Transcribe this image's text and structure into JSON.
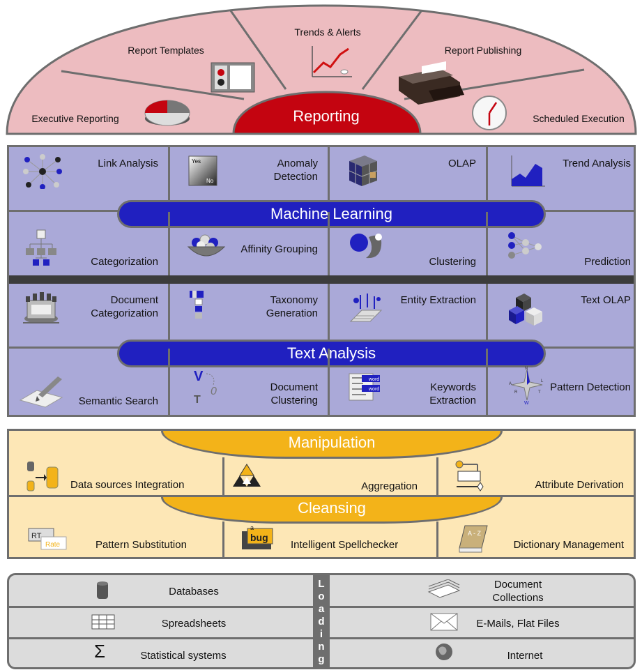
{
  "reporting": {
    "center": "Reporting",
    "segments": [
      "Executive Reporting",
      "Report Templates",
      "Trends & Alerts",
      "Report Publishing",
      "Scheduled Execution"
    ]
  },
  "machine_learning": {
    "title": "Machine Learning",
    "top": [
      {
        "label": "Link Analysis",
        "icon": "link-analysis-icon"
      },
      {
        "label": "Anomaly Detection",
        "icon": "yes-no-icon"
      },
      {
        "label": "OLAP",
        "icon": "olap-cube-icon"
      },
      {
        "label": "Trend Analysis",
        "icon": "trend-chart-icon"
      }
    ],
    "bottom": [
      {
        "label": "Categorization",
        "icon": "hierarchy-icon"
      },
      {
        "label": "Affinity Grouping",
        "icon": "bowl-icon"
      },
      {
        "label": "Clustering",
        "icon": "clusters-icon"
      },
      {
        "label": "Prediction",
        "icon": "network-icon"
      }
    ]
  },
  "text_analysis": {
    "title": "Text Analysis",
    "top": [
      {
        "label": "Document Categorization",
        "icon": "crown-icon"
      },
      {
        "label": "Taxonomy Generation",
        "icon": "taxonomy-blocks-icon"
      },
      {
        "label": "Entity Extraction",
        "icon": "entity-icon"
      },
      {
        "label": "Text OLAP",
        "icon": "text-olap-cubes-icon"
      }
    ],
    "bottom": [
      {
        "label": "Semantic Search",
        "icon": "pen-icon"
      },
      {
        "label": "Document Clustering",
        "icon": "v-t-icon"
      },
      {
        "label": "Keywords Extraction",
        "icon": "word-list-icon"
      },
      {
        "label": "Pattern Detection",
        "icon": "compass-icon"
      }
    ]
  },
  "preparation": {
    "manipulation": "Manipulation",
    "cleansing": "Cleansing",
    "row1": [
      {
        "label": "Data sources Integration",
        "icon": "db-merge-icon"
      },
      {
        "label": "Aggregation",
        "icon": "triangles-icon"
      },
      {
        "label": "Attribute Derivation",
        "icon": "derivation-icon"
      }
    ],
    "row2": [
      {
        "label": "Pattern Substitution",
        "icon": "rt-rate-icon"
      },
      {
        "label": "Intelligent Spellchecker",
        "icon": "bug-icon"
      },
      {
        "label": "Dictionary Management",
        "icon": "dictionary-icon"
      }
    ],
    "rt_text": "RT",
    "rate_text": "Rate",
    "bug_a": "a",
    "bug_text": "bug",
    "az_text": "A - Z"
  },
  "sources": {
    "loading": "Loading",
    "left": [
      {
        "label": "Databases",
        "icon": "database-icon"
      },
      {
        "label": "Spreadsheets",
        "icon": "grid-icon"
      },
      {
        "label": "Statistical systems",
        "icon": "sigma-icon"
      }
    ],
    "right": [
      {
        "label": "Document Collections",
        "icon": "papers-icon"
      },
      {
        "label": "E-Mails, Flat Files",
        "icon": "envelope-icon"
      },
      {
        "label": "Internet",
        "icon": "globe-icon"
      }
    ]
  },
  "icon_text": {
    "yes": "Yes",
    "no": "No",
    "word": "word",
    "compass": [
      "N",
      "A",
      "L",
      "R",
      "T",
      "W"
    ],
    "sigma": "Σ",
    "v": "V",
    "t": "T",
    "o": "0"
  },
  "colors": {
    "reporting_fill": "#edbcc0",
    "reporting_center": "#c40410",
    "ml_fill": "#aaa9d8",
    "pill": "#2020c0",
    "prep_fill": "#fde7b6",
    "prep_bowl": "#f3b319",
    "sources_fill": "#dcdcdc",
    "border": "#6e6e6e"
  }
}
